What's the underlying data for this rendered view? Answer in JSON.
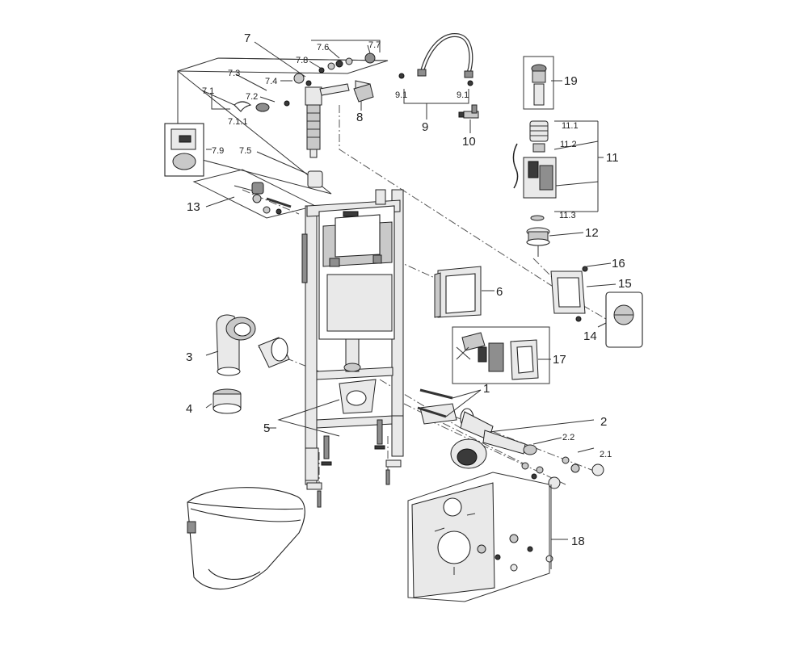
{
  "labels": {
    "l1": "1",
    "l2": "2",
    "l2_1": "2.1",
    "l2_2": "2.2",
    "l3": "3",
    "l4": "4",
    "l5": "5",
    "l6": "6",
    "l7": "7",
    "l7_1": "7.1",
    "l7_1_1": "7.1.1",
    "l7_2": "7.2",
    "l7_3": "7.3",
    "l7_4": "7.4",
    "l7_5": "7.5",
    "l7_6": "7.6",
    "l7_7": "7.7",
    "l7_8": "7.8",
    "l7_9": "7.9",
    "l8": "8",
    "l9": "9",
    "l9_1a": "9.1",
    "l9_1b": "9.1",
    "l10": "10",
    "l11": "11",
    "l11_1": "11.1",
    "l11_2": "11.2",
    "l11_3": "11.3",
    "l12": "12",
    "l13": "13",
    "l14": "14",
    "l15": "15",
    "l16": "16",
    "l17": "17",
    "l18": "18",
    "l19": "19"
  }
}
